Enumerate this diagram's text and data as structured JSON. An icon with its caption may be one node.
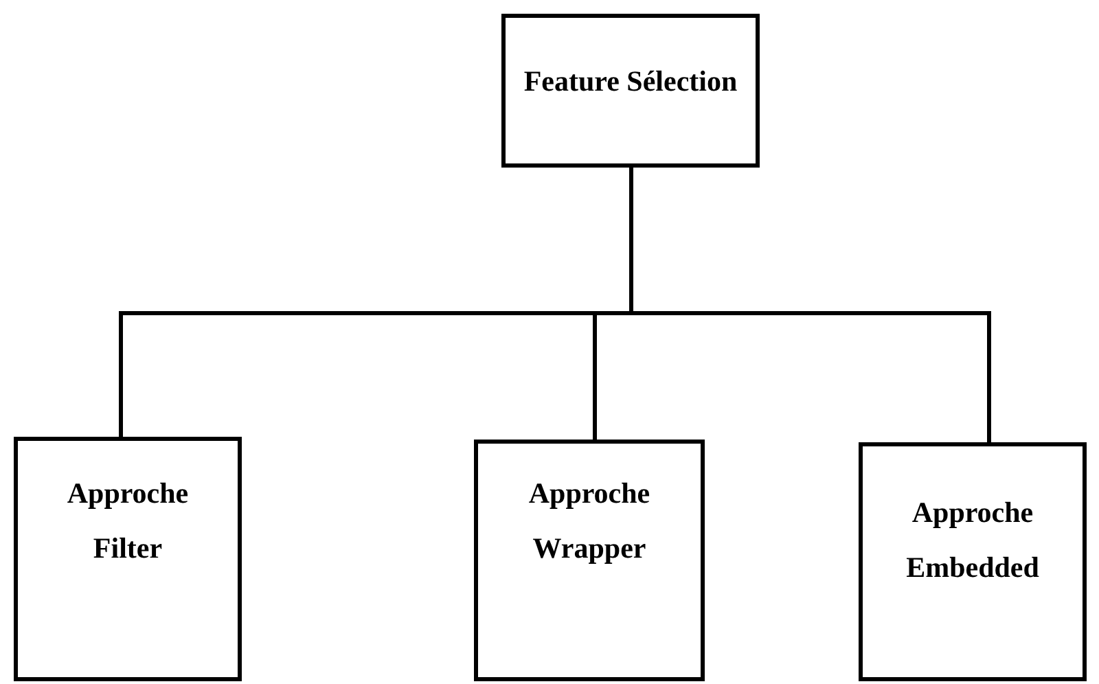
{
  "diagram": {
    "nodes": [
      {
        "text": [
          "Feature Sélection"
        ]
      },
      {
        "text": [
          "Approche Filter"
        ]
      },
      {
        "text": [
          "Approche Wrapper"
        ]
      },
      {
        "text": [
          "Approche Embedded"
        ]
      }
    ],
    "edges": [
      {
        "from": 0,
        "to": 1,
        "arrow": "none"
      },
      {
        "from": 0,
        "to": 2,
        "arrow": "none"
      },
      {
        "from": 0,
        "to": 3,
        "arrow": "none"
      }
    ]
  }
}
